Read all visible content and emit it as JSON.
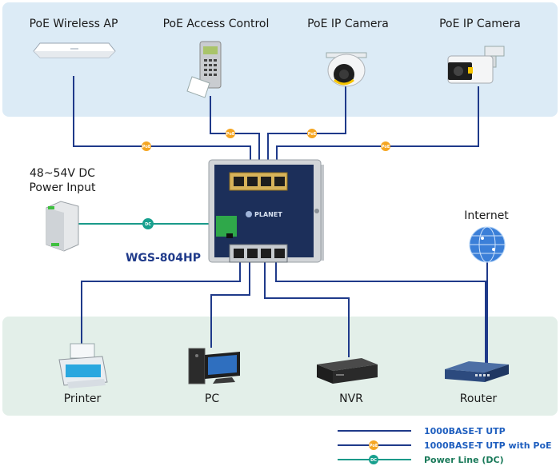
{
  "top_devices": [
    {
      "label": "PoE Wireless AP",
      "icon": "wireless-ap-icon"
    },
    {
      "label": "PoE Access Control",
      "icon": "access-control-icon"
    },
    {
      "label": "PoE IP Camera",
      "icon": "dome-camera-icon"
    },
    {
      "label": "PoE IP Camera",
      "icon": "bullet-camera-icon"
    }
  ],
  "bottom_devices": [
    {
      "label": "Printer",
      "icon": "printer-icon"
    },
    {
      "label": "PC",
      "icon": "pc-icon"
    },
    {
      "label": "NVR",
      "icon": "nvr-icon"
    },
    {
      "label": "Router",
      "icon": "router-icon"
    }
  ],
  "power": {
    "line1": "48~54V DC",
    "line2": "Power Input",
    "icon": "dc-power-supply-icon"
  },
  "internet": {
    "label": "Internet",
    "icon": "globe-icon"
  },
  "switch": {
    "model": "WGS-804HP",
    "brand": "PLANET",
    "icon": "poe-switch-icon"
  },
  "badges": {
    "poe": "PoE",
    "dc": "DC"
  },
  "legend": [
    {
      "label": "1000BASE-T UTP",
      "badge": "",
      "color": "#1f3a8a"
    },
    {
      "label": "1000BASE-T UTP with PoE",
      "badge": "PoE",
      "color": "#1f3a8a"
    },
    {
      "label": "Power Line (DC)",
      "badge": "DC",
      "color": "#1a8a7a"
    }
  ],
  "colors": {
    "top_panel": "#dcebf6",
    "bottom_panel": "#e3efe9",
    "utp_line": "#1f3a8a",
    "dc_line": "#1a9a8a",
    "poe_badge": "#f5a623",
    "dc_badge": "#17a08e",
    "legend_text_blue": "#1f5fbf",
    "legend_text_green": "#1a7a5a"
  }
}
